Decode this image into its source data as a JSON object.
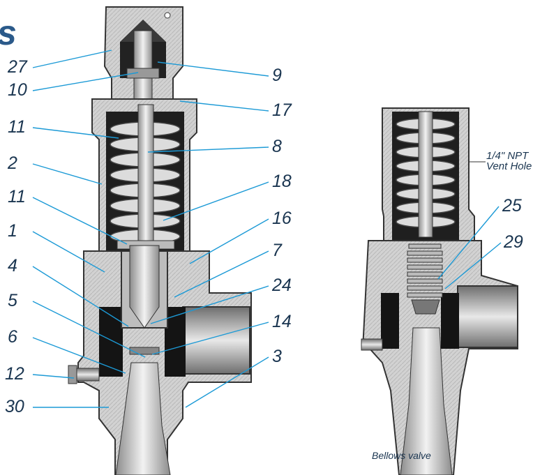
{
  "title_fragment": "s",
  "callouts_left": [
    "27",
    "10",
    "11",
    "2",
    "11",
    "1",
    "4",
    "5",
    "6",
    "12",
    "30"
  ],
  "callouts_right": [
    "9",
    "17",
    "8",
    "18",
    "16",
    "7",
    "24",
    "14",
    "3"
  ],
  "bellows_callouts": [
    "25",
    "29"
  ],
  "vent_label": {
    "line1": "1/4\" NPT",
    "line2": "Vent Hole"
  },
  "caption": "Bellows valve",
  "colors": {
    "leader": "#1c9ad6",
    "text": "#1a3550",
    "title": "#2b5a8a",
    "metal": "#c9c9c9",
    "dark": "#1a1a1a"
  }
}
